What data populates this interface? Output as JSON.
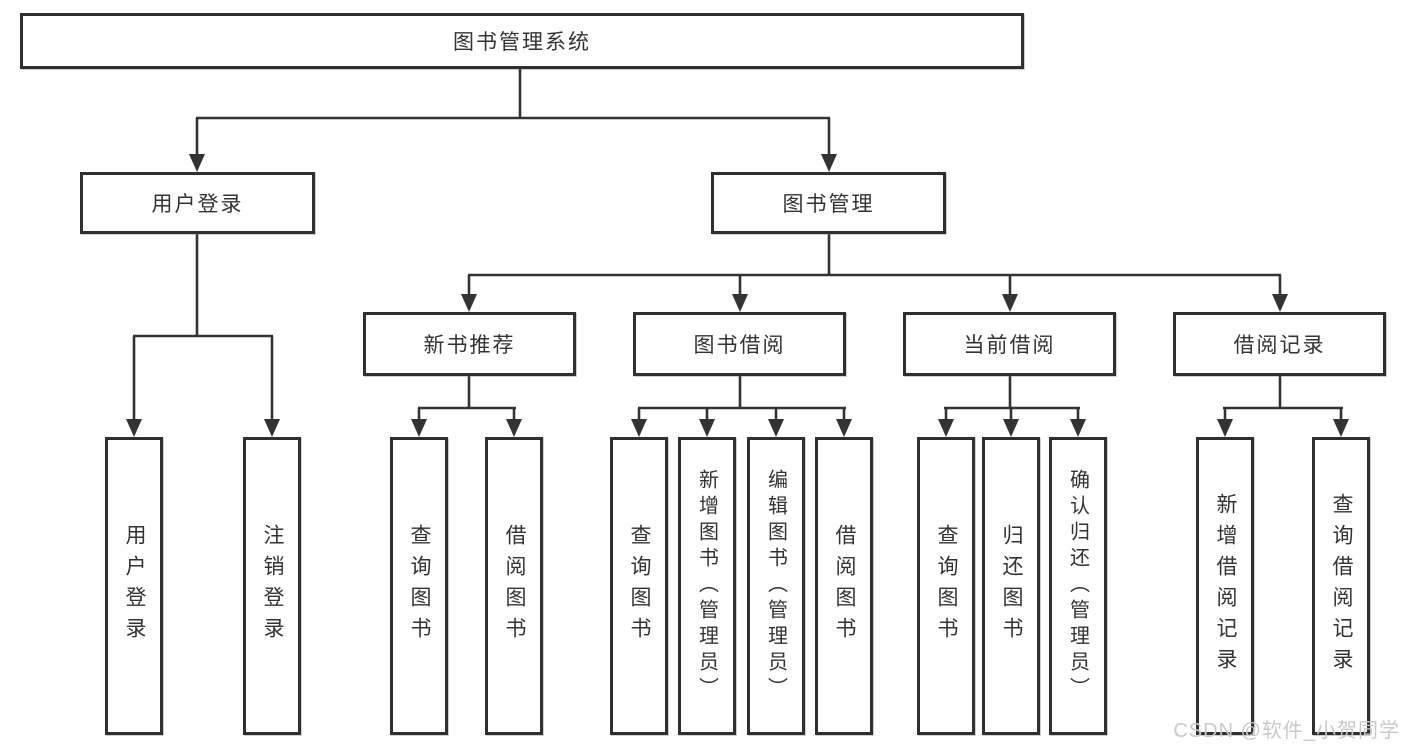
{
  "diagram": {
    "line_color": "#333333",
    "nodes": {
      "root": {
        "label": "图书管理系统"
      },
      "user_login": {
        "label": "用户登录"
      },
      "book_management": {
        "label": "图书管理"
      },
      "new_book_recommend": {
        "label": "新书推荐"
      },
      "book_borrow": {
        "label": "图书借阅"
      },
      "current_borrow": {
        "label": "当前借阅"
      },
      "borrow_records": {
        "label": "借阅记录"
      },
      "leaf_user_login": {
        "label": "用户登录"
      },
      "leaf_logout": {
        "label": "注销登录"
      },
      "leaf_nb_query": {
        "label": "查询图书"
      },
      "leaf_nb_borrow": {
        "label": "借阅图书"
      },
      "leaf_bb_query": {
        "label": "查询图书"
      },
      "leaf_bb_add": {
        "label": "新增图书（管理员）"
      },
      "leaf_bb_edit": {
        "label": "编辑图书（管理员）"
      },
      "leaf_bb_borrow": {
        "label": "借阅图书"
      },
      "leaf_cb_query": {
        "label": "查询图书"
      },
      "leaf_cb_return": {
        "label": "归还图书"
      },
      "leaf_cb_confirm": {
        "label": "确认归还（管理员）"
      },
      "leaf_br_add": {
        "label": "新增借阅记录"
      },
      "leaf_br_query": {
        "label": "查询借阅记录"
      }
    }
  },
  "watermark": {
    "text": "CSDN @软件_小贺同学",
    "color": "#c9c9c9"
  }
}
